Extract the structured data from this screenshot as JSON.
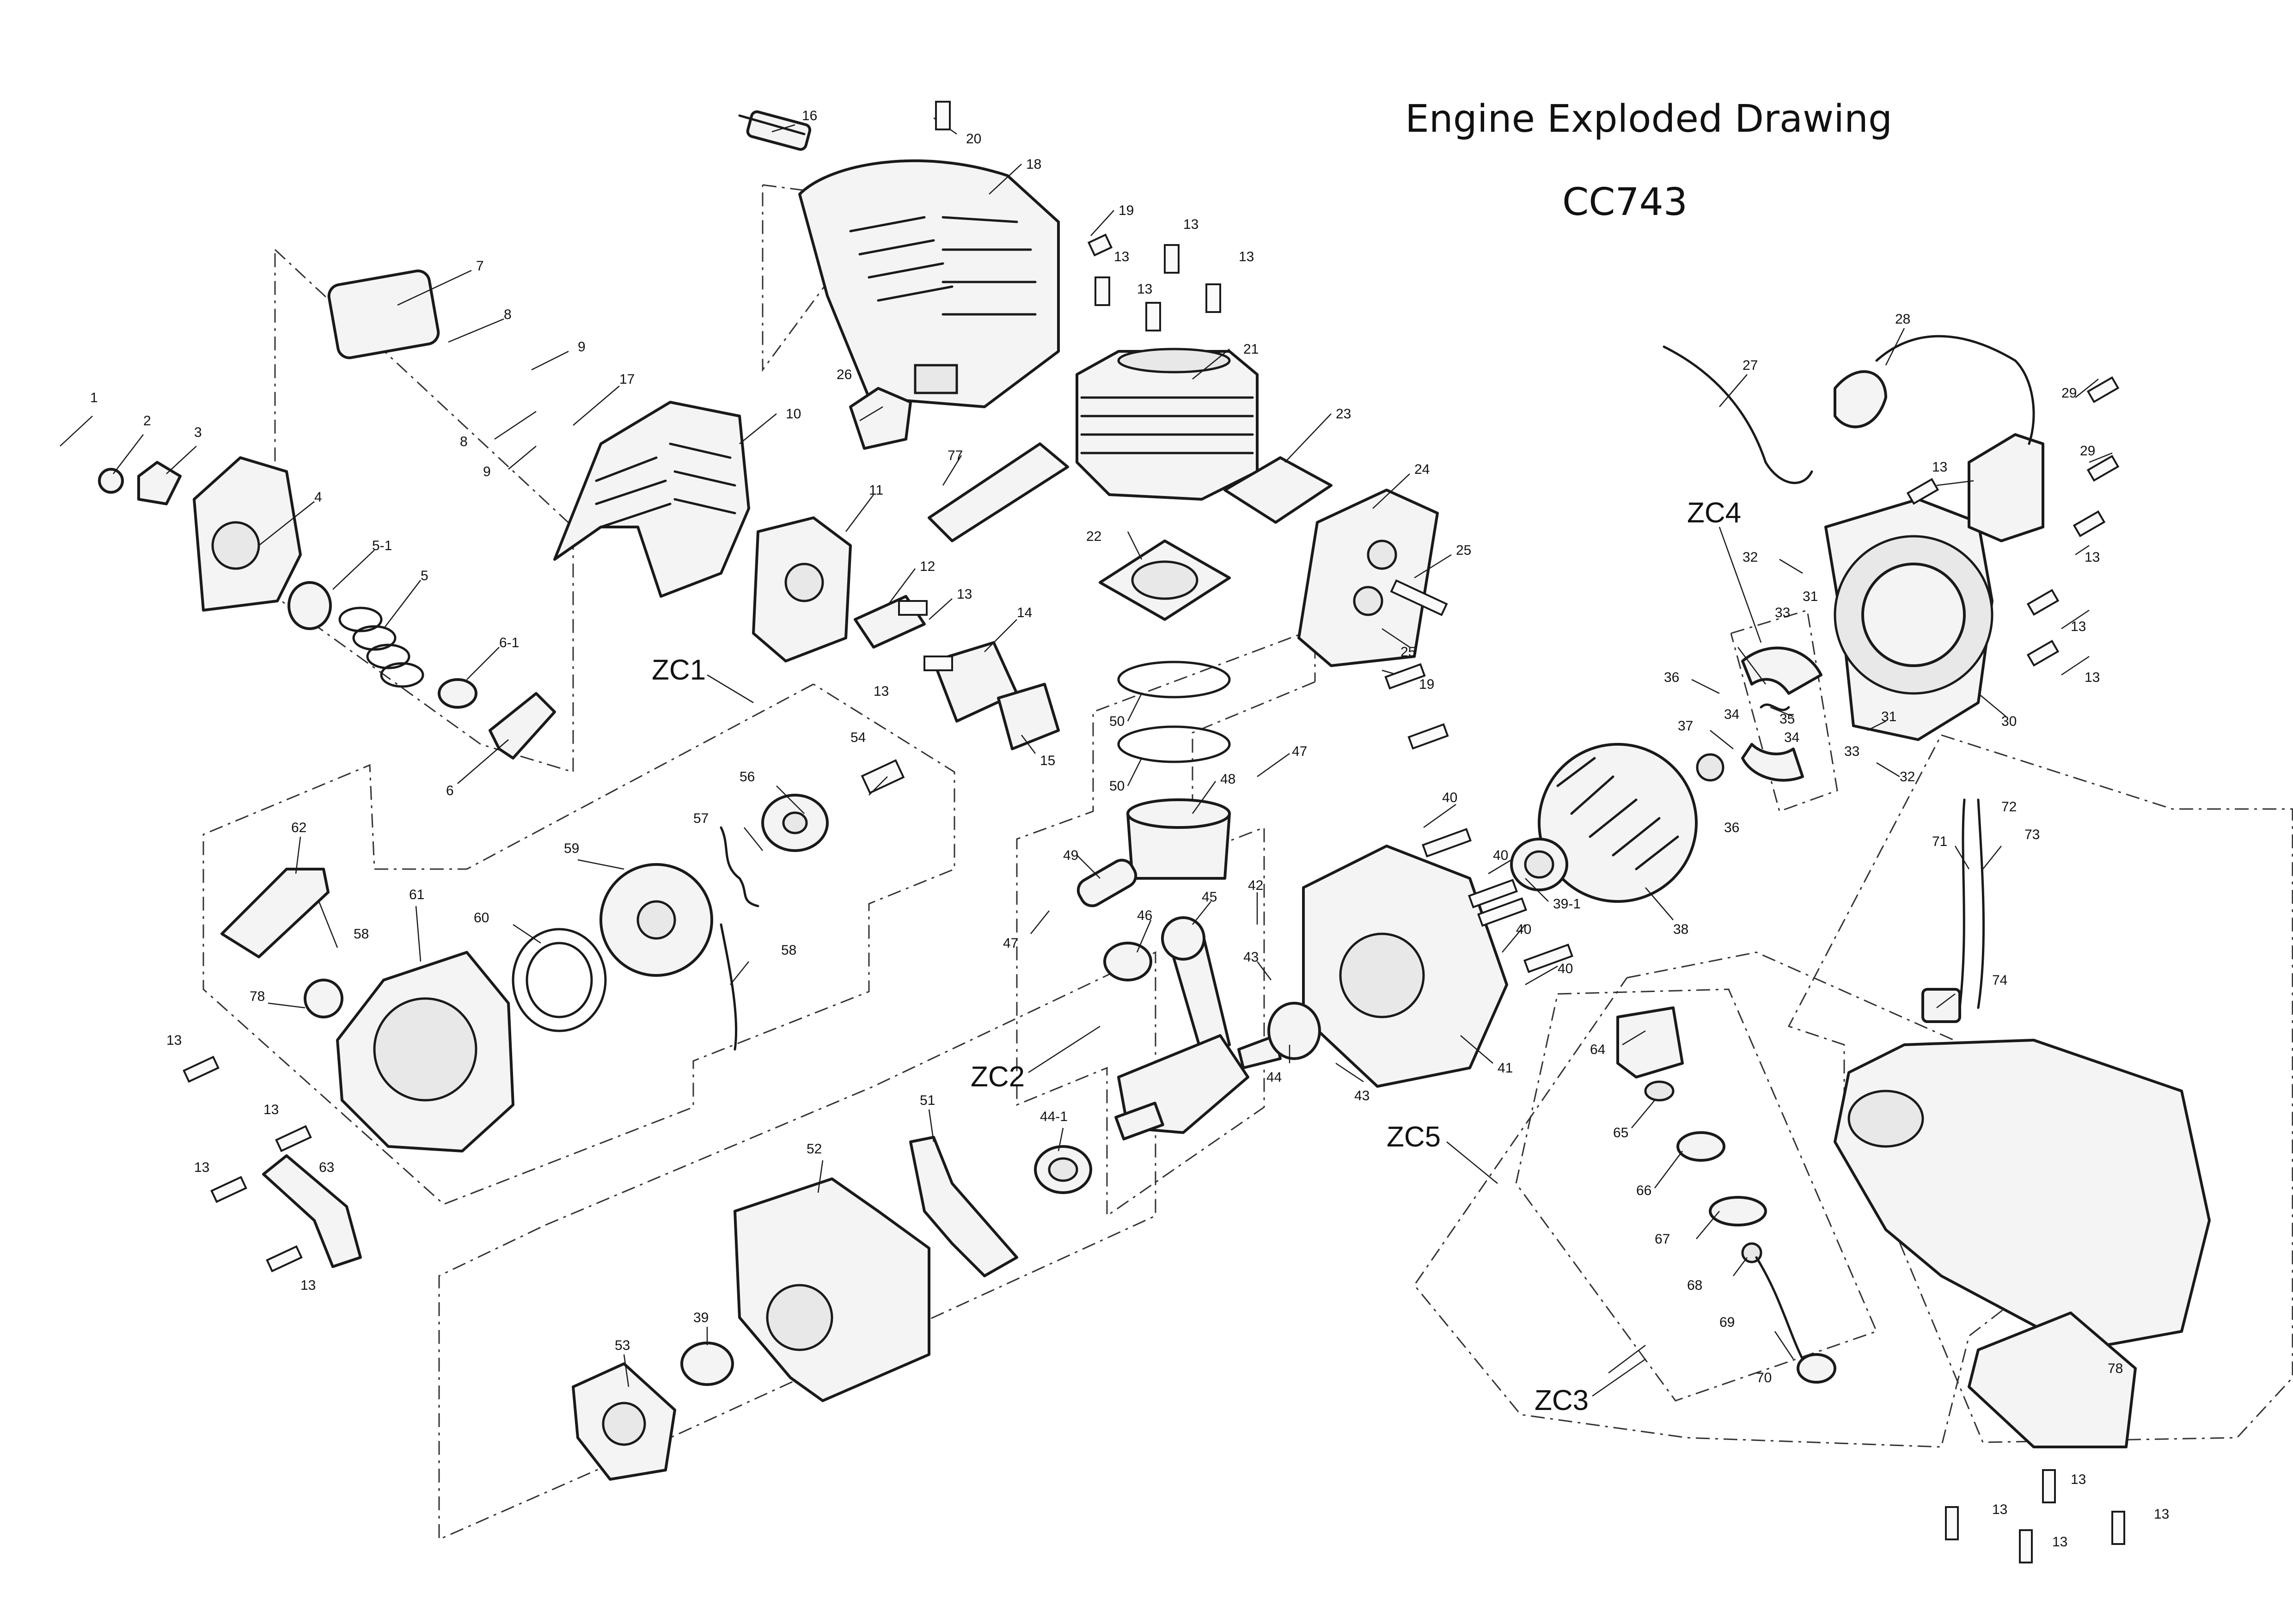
{
  "title": "Engine Exploded Drawing",
  "model": "CC743",
  "group_labels": [
    "ZC1",
    "ZC2",
    "ZC3",
    "ZC4",
    "ZC5"
  ],
  "part_labels": [
    "1",
    "2",
    "3",
    "4",
    "5-1",
    "5",
    "6-1",
    "6",
    "7",
    "8",
    "9",
    "8",
    "9",
    "17",
    "10",
    "16",
    "20",
    "18",
    "19",
    "13",
    "13",
    "13",
    "13",
    "26",
    "77",
    "11",
    "12",
    "13",
    "14",
    "13",
    "15",
    "21",
    "22",
    "23",
    "24",
    "25",
    "25",
    "19",
    "50",
    "50",
    "48",
    "47",
    "49",
    "47",
    "46",
    "45",
    "42",
    "43",
    "44",
    "43",
    "41",
    "40",
    "40",
    "40",
    "40",
    "39-1",
    "38",
    "27",
    "28",
    "29",
    "29",
    "13",
    "13",
    "13",
    "13",
    "30",
    "31",
    "31",
    "32",
    "32",
    "33",
    "33",
    "34",
    "34",
    "35",
    "36",
    "36",
    "37",
    "71",
    "72",
    "73",
    "74",
    "64",
    "65",
    "66",
    "67",
    "68",
    "69",
    "70",
    "78",
    "13",
    "13",
    "13",
    "13",
    "54",
    "56",
    "57",
    "59",
    "58",
    "60",
    "61",
    "62",
    "58",
    "78",
    "13",
    "13",
    "13",
    "63",
    "13",
    "51",
    "52",
    "44-1",
    "39",
    "53"
  ]
}
